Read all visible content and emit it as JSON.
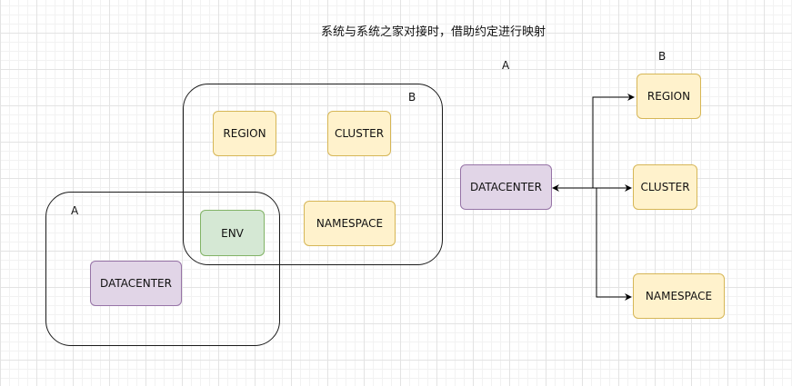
{
  "diagram": {
    "title": "系统与系统之家对接时，借助约定进行映射",
    "left": {
      "group_a_label": "A",
      "group_b_label": "B",
      "nodes": {
        "region": "REGION",
        "cluster": "CLUSTER",
        "namespace": "NAMESPACE",
        "env": "ENV",
        "datacenter": "DATACENTER"
      }
    },
    "right": {
      "label_a": "A",
      "label_b": "B",
      "nodes": {
        "datacenter": "DATACENTER",
        "region": "REGION",
        "cluster": "CLUSTER",
        "namespace": "NAMESPACE"
      }
    },
    "colors": {
      "yellow_fill": "#fff2cc",
      "yellow_stroke": "#d6b656",
      "purple_fill": "#e1d5e7",
      "purple_stroke": "#9673a6",
      "green_fill": "#d5e8d4",
      "green_stroke": "#82b366"
    }
  }
}
